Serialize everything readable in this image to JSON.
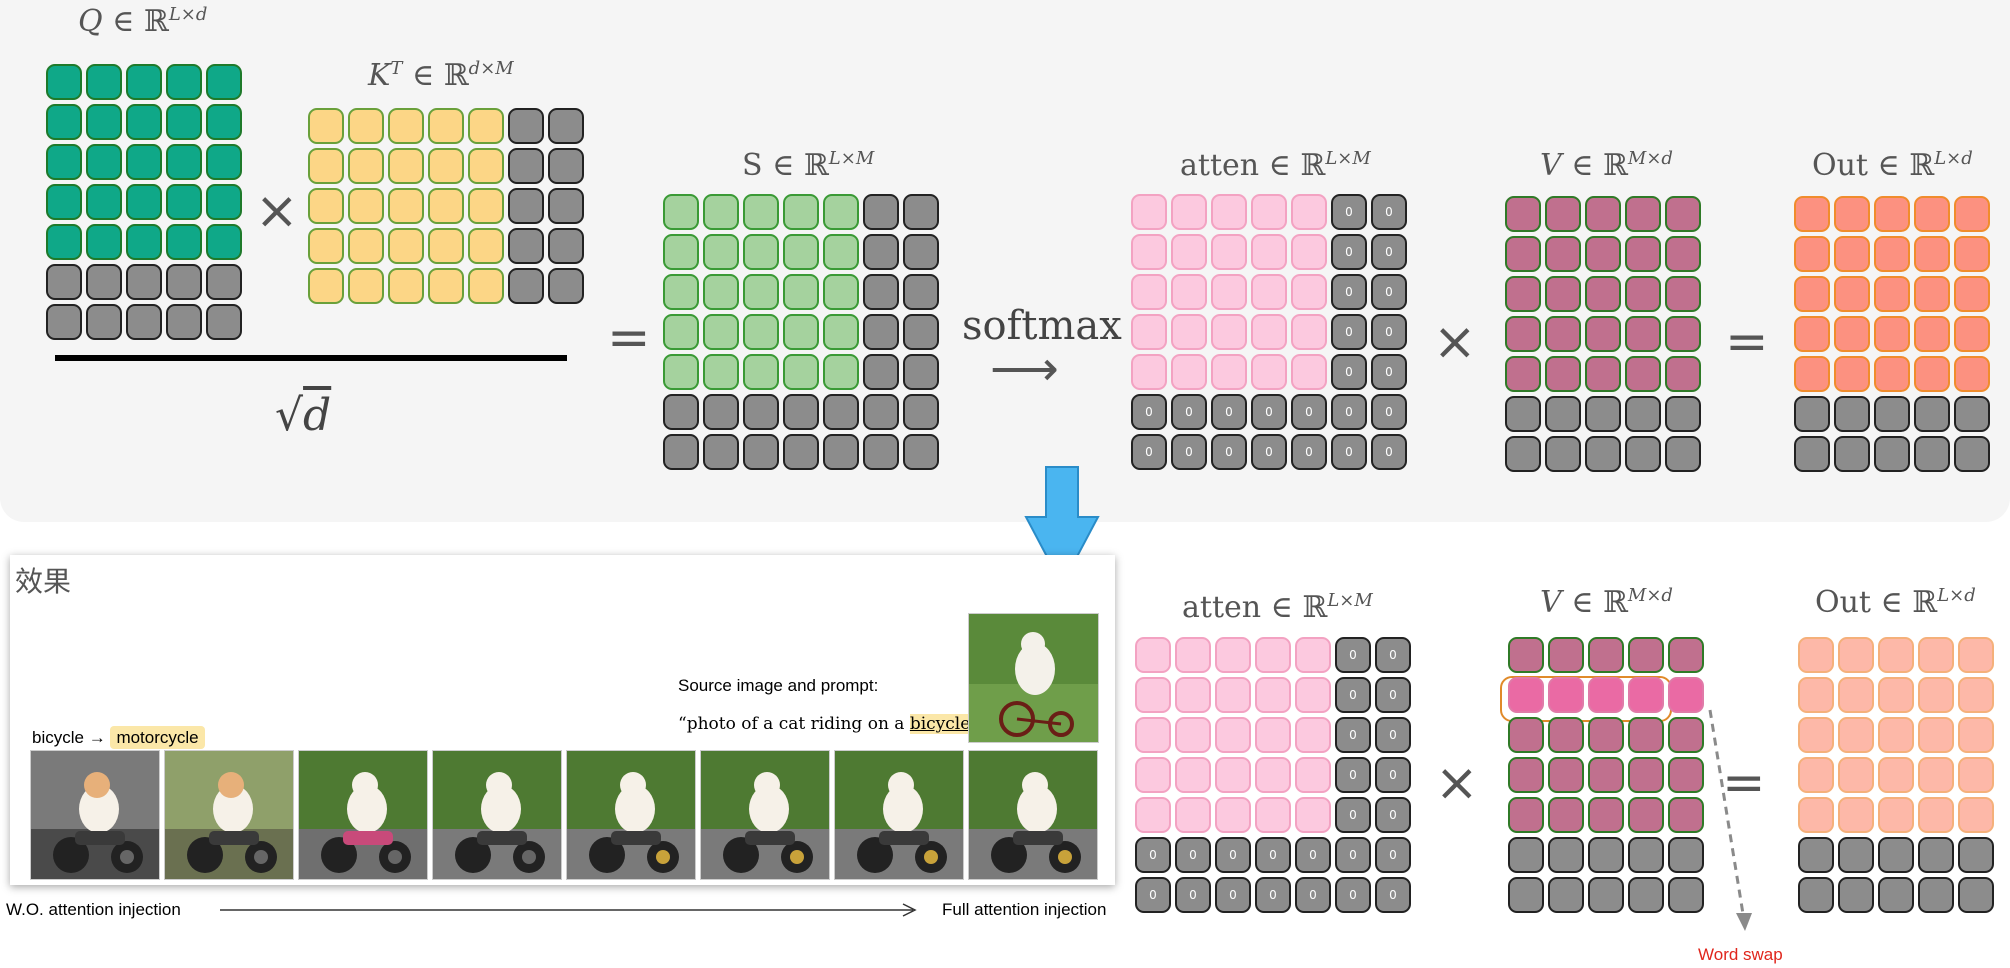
{
  "top": {
    "q_label": {
      "sym": "Q",
      "rel": "∈ ℝ",
      "sup": "L×d"
    },
    "kt_label": {
      "sym": "K",
      "symsup": "T",
      "rel": "∈ ℝ",
      "sup": "d×M"
    },
    "s_label": {
      "sym": "S",
      "rel": "∈ ℝ",
      "sup": "L×M"
    },
    "atten_label": {
      "sym": "atten",
      "rel": "∈ ℝ",
      "sup": "L×M"
    },
    "v_label": {
      "sym": "V",
      "rel": "∈ ℝ",
      "sup": "M×d"
    },
    "out_label": {
      "sym": "Out",
      "rel": "∈ ℝ",
      "sup": "L×d"
    },
    "times": "×",
    "equals": "=",
    "sqrt_d": "d",
    "sqrt_sign": "√",
    "softmax": "softmax",
    "arrow": "⟶",
    "zero": "0"
  },
  "bottom": {
    "atten_label": {
      "sym": "atten",
      "rel": "∈ ℝ",
      "sup": "L×M"
    },
    "v_label": {
      "sym": "V",
      "rel": "∈ ℝ",
      "sup": "M×d"
    },
    "out_label": {
      "sym": "Out",
      "rel": "∈ ℝ",
      "sup": "L×d"
    },
    "word_swap": "Word swap"
  },
  "effect": {
    "title": "效果",
    "source_caption": "Source image and prompt:",
    "prompt_pre": "“photo of a cat riding on a ",
    "prompt_word": "bicycle",
    "prompt_post": ".”",
    "swap_from": "bicycle",
    "swap_arrow": "→",
    "swap_to": "motorcycle",
    "left_caption": "W.O. attention injection",
    "right_caption": "Full attention injection"
  },
  "colors": {
    "teal": "#0fa888",
    "teal_border": "#1e7a2a",
    "yellow": "#fcd686",
    "yellow_border": "#6aa03a",
    "green_light": "#a5d29e",
    "green_border": "#3a9a35",
    "gray": "#8c8c8c",
    "pink": "#fcc9df",
    "pink_border": "#f3a2c2",
    "mauve": "#c0708e",
    "mauve_border": "#2f7a27",
    "salmon": "#fc9180",
    "salmon_border": "#f08c2c",
    "light_salmon": "#fdb8a8",
    "highlight_pink": "#ea6aa4",
    "blue_arrow": "#4ab5f0",
    "word_swap_red": "#e0261c"
  }
}
